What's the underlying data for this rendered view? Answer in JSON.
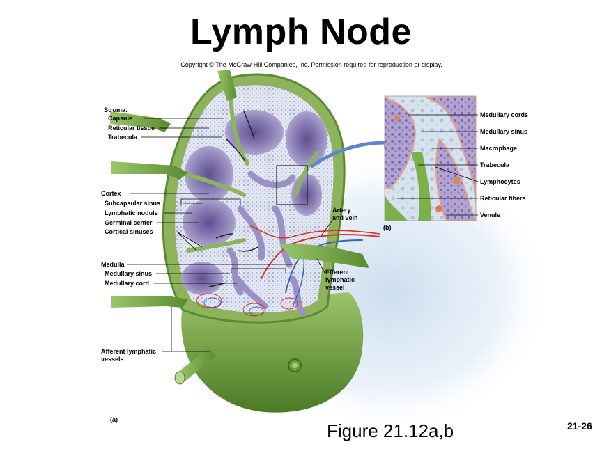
{
  "slide": {
    "title": "Lymph Node",
    "copyright": "Copyright © The McGraw-Hill Companies, Inc. Permission required for reproduction or display.",
    "figure_caption": "Figure 21.12a,b",
    "slide_number": "21-26"
  },
  "panel_a": {
    "panel_label": "(a)",
    "labels": {
      "stroma": "Stroma:",
      "capsule": "Capsule",
      "reticular_tissue": "Reticular tissue",
      "trabecula": "Trabecula",
      "cortex": "Cortex",
      "subcapsular_sinus": "Subcapsular sinus",
      "lymphatic_nodule": "Lymphatic nodule",
      "germinal_center": "Germinal center",
      "cortical_sinuses": "Cortical sinuses",
      "medulla": "Medulla",
      "medullary_sinus": "Medullary sinus",
      "medullary_cord": "Medullary cord",
      "afferent_line1": "Afferent lymphatic",
      "afferent_line2": "vessels",
      "artery_line1": "Artery",
      "artery_line2": "and vein",
      "efferent_line1": "Efferent",
      "efferent_line2": "lymphatic",
      "efferent_line3": "vessel"
    }
  },
  "panel_b": {
    "panel_label": "(b)",
    "labels": {
      "medullary_cords": "Medullary cords",
      "medullary_sinus": "Medullary sinus",
      "macrophage": "Macrophage",
      "trabecula": "Trabecula",
      "lymphocytes": "Lymphocytes",
      "reticular_fibers": "Reticular fibers",
      "venule": "Venule"
    }
  },
  "colors": {
    "capsule_green": "#7fa84f",
    "dark_green": "#4f7a2c",
    "nodule_purple": "#8f84b8",
    "germinal_purple": "#6f5fa0",
    "sinus_fill": "#dde2f0",
    "artery_red": "#d8322a",
    "vein_blue": "#3b63b8",
    "glow": "#dce8f4"
  }
}
